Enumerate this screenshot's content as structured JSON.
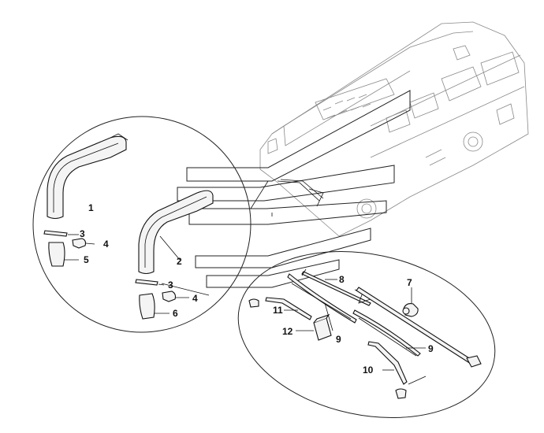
{
  "callouts": {
    "n1": "1",
    "n2": "2",
    "n3a": "3",
    "n3b": "3",
    "n4a": "4",
    "n4b": "4",
    "n5": "5",
    "n6": "6",
    "n7": "7",
    "n8": "8",
    "n9a": "9",
    "n9b": "9",
    "n10": "10",
    "n11": "11",
    "n12": "12"
  }
}
